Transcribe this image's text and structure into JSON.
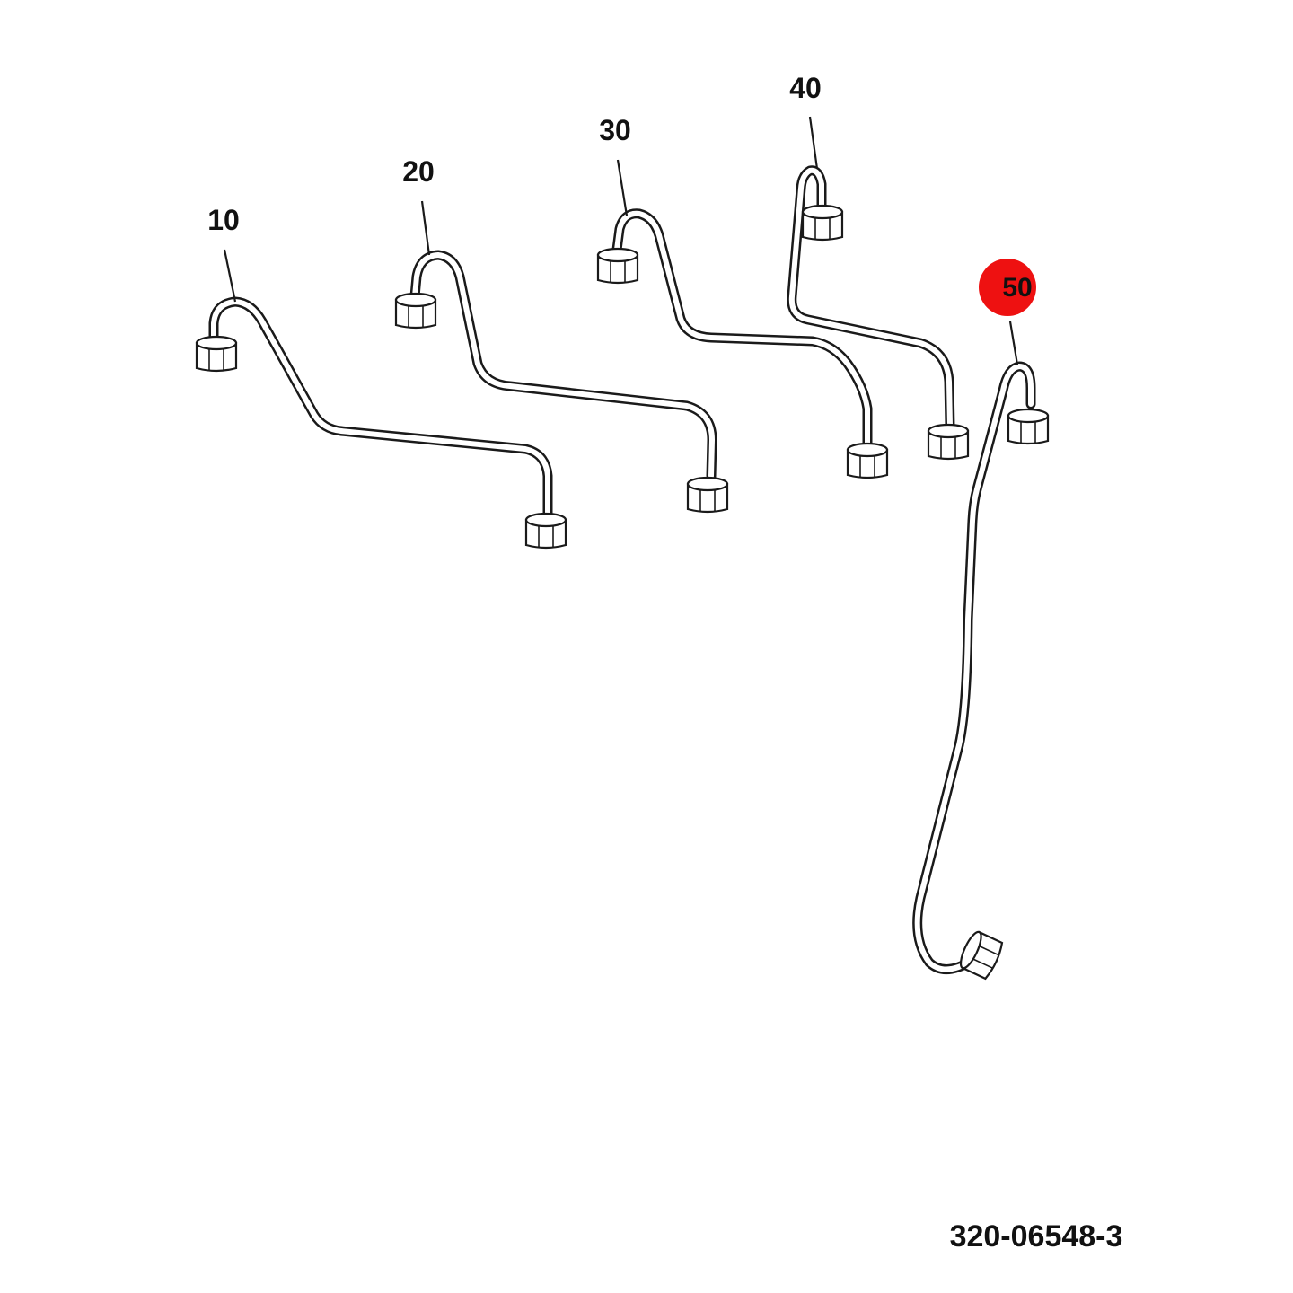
{
  "diagram": {
    "callouts": [
      {
        "label": "10",
        "highlighted": false
      },
      {
        "label": "20",
        "highlighted": false
      },
      {
        "label": "30",
        "highlighted": false
      },
      {
        "label": "40",
        "highlighted": false
      },
      {
        "label": "50",
        "highlighted": true
      }
    ],
    "part_number": "320-06548-3",
    "highlight_color": "#ee1111"
  }
}
